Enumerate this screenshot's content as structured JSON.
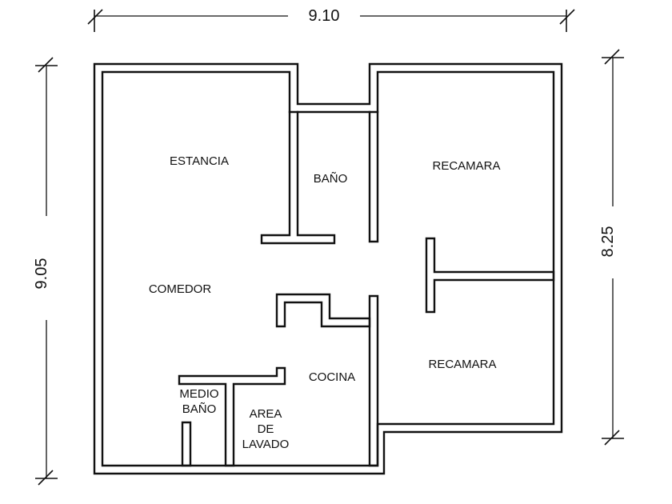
{
  "floor_plan": {
    "dimensions": {
      "top_width": "9.10",
      "left_height": "9.05",
      "right_height": "8.25"
    },
    "rooms": {
      "estancia": "ESTANCIA",
      "bano": "BAÑO",
      "recamara_1": "RECAMARA",
      "comedor": "COMEDOR",
      "recamara_2": "RECAMARA",
      "cocina": "COCINA",
      "medio_bano": [
        "MEDIO",
        "BAÑO"
      ],
      "area_lavado": [
        "AREA",
        "DE",
        "LAVADO"
      ]
    }
  }
}
